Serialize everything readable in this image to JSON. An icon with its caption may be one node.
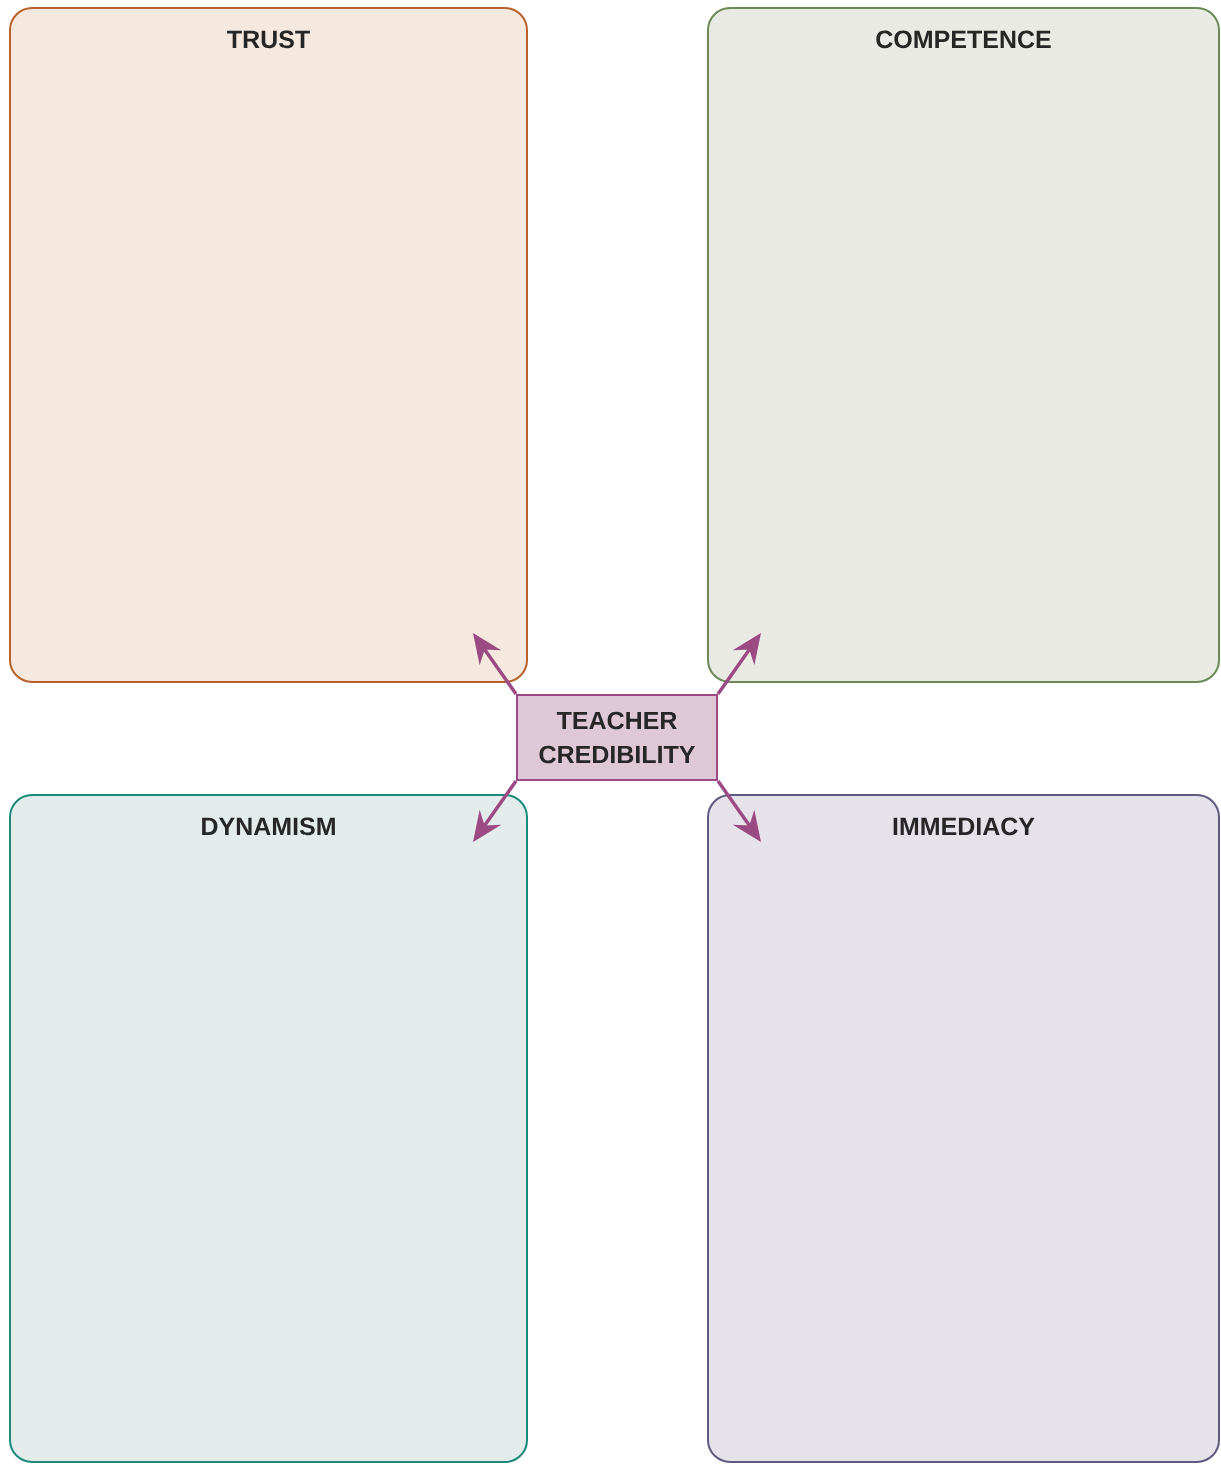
{
  "diagram": {
    "nodes": [
      {
        "text": [
          "TRUST"
        ]
      },
      {
        "text": [
          "COMPETENCE"
        ]
      },
      {
        "text": [
          "TEACHER CREDIBILITY"
        ]
      },
      {
        "text": [
          "DYNAMISM"
        ]
      },
      {
        "text": [
          "IMMEDIACY"
        ]
      }
    ],
    "edges": [
      {
        "from": 2,
        "to": 0,
        "arrow": "to"
      },
      {
        "from": 2,
        "to": 1,
        "arrow": "to"
      },
      {
        "from": 2,
        "to": 3,
        "arrow": "to"
      },
      {
        "from": 2,
        "to": 4,
        "arrow": "to"
      }
    ]
  }
}
